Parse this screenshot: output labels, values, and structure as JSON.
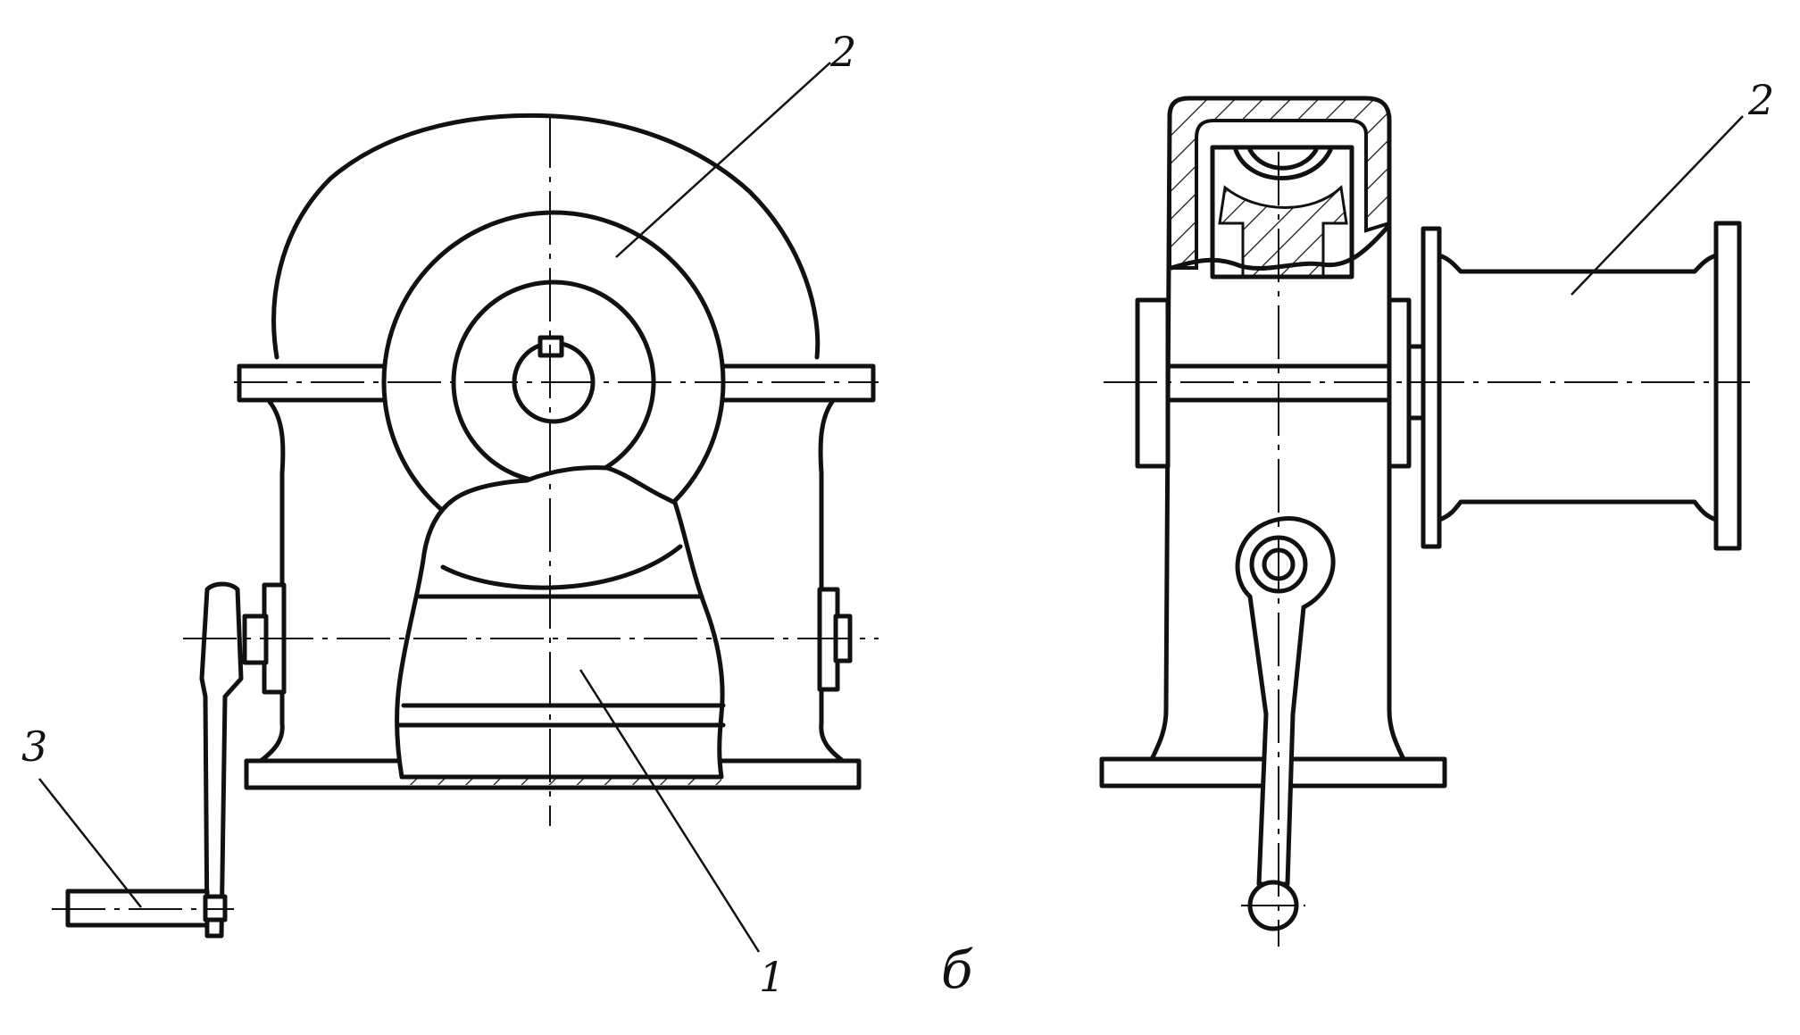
{
  "labels": {
    "part_1": "1",
    "part_2_front": "2",
    "part_2_side": "2",
    "part_3": "3",
    "caption": "б"
  },
  "colors": {
    "ink": "#111111",
    "paper": "#ffffff"
  }
}
